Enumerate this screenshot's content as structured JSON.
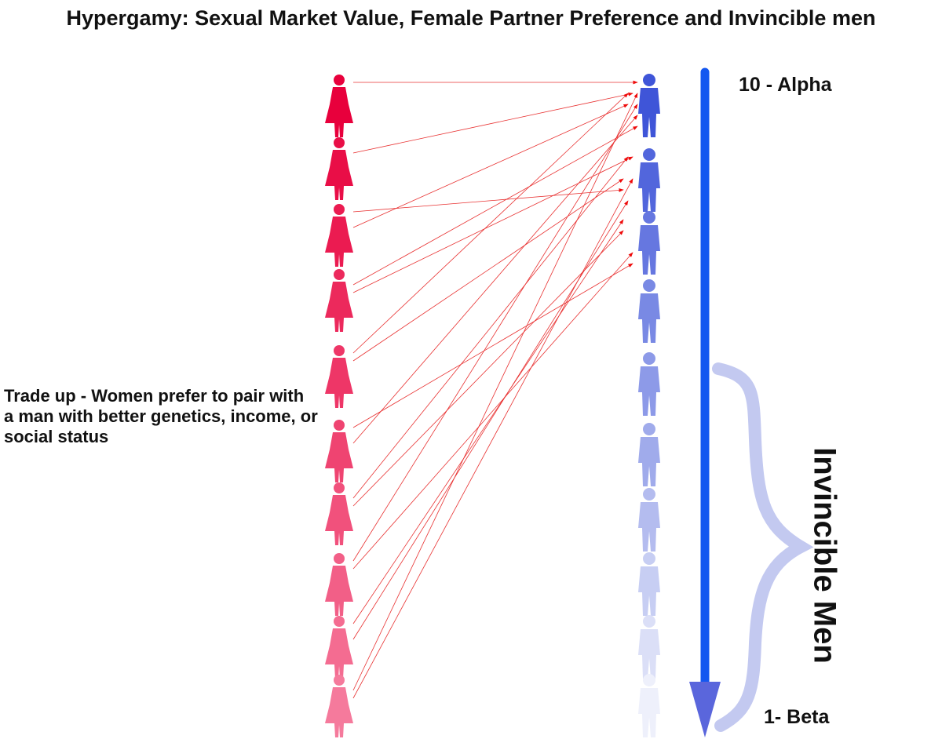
{
  "title": "Hypergamy: Sexual Market Value, Female Partner Preference and Invincible men",
  "left_text": "Trade up - Women prefer to pair with a man with better genetics, income, or social status",
  "scale": {
    "top_label": "10 - Alpha",
    "bottom_label": "1- Beta"
  },
  "bracket_label": "Invincible Men",
  "colors": {
    "woman_top": "#e8003c",
    "woman_bottom": "#f57a9c",
    "man_top": "#3f55d8",
    "man_bottom": "#eef0fb",
    "arrow": "#1457f0",
    "arrow_head": "#5a66dc",
    "bracket": "#c3c9f0",
    "line": "#e83030"
  },
  "women": [
    {
      "icon": "woman-elegant-icon"
    },
    {
      "icon": "woman-bikini-icon"
    },
    {
      "icon": "woman-dress-icon"
    },
    {
      "icon": "woman-skirt-icon"
    },
    {
      "icon": "woman-skirt-icon"
    },
    {
      "icon": "woman-dress-icon"
    },
    {
      "icon": "woman-dress-icon"
    },
    {
      "icon": "woman-icon"
    },
    {
      "icon": "woman-icon"
    },
    {
      "icon": "woman-icon"
    }
  ],
  "men": [
    {
      "icon": "man-presenting-icon"
    },
    {
      "icon": "man-muscle-heart-icon"
    },
    {
      "icon": "man-suit-icon"
    },
    {
      "icon": "man-icon"
    },
    {
      "icon": "man-icon"
    },
    {
      "icon": "man-icon"
    },
    {
      "icon": "man-icon"
    },
    {
      "icon": "man-icon"
    },
    {
      "icon": "man-icon"
    },
    {
      "icon": "man-fat-icon"
    }
  ],
  "connections": [
    [
      0,
      0
    ],
    [
      1,
      0
    ],
    [
      2,
      0
    ],
    [
      2,
      1
    ],
    [
      3,
      0
    ],
    [
      3,
      1
    ],
    [
      4,
      0
    ],
    [
      4,
      1
    ],
    [
      5,
      0
    ],
    [
      5,
      2
    ],
    [
      6,
      1
    ],
    [
      6,
      2
    ],
    [
      7,
      0
    ],
    [
      7,
      2
    ],
    [
      8,
      1
    ],
    [
      8,
      2
    ],
    [
      9,
      0
    ],
    [
      9,
      1
    ]
  ]
}
